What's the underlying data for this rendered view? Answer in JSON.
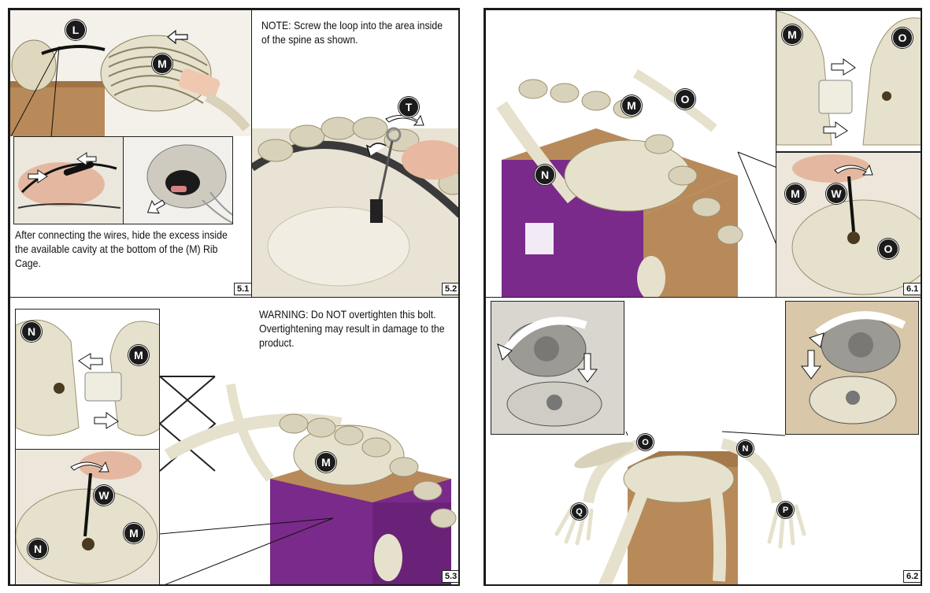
{
  "left_page": {
    "step_5_1": {
      "label": "5.1",
      "caption": "After connecting the wires, hide the excess inside the available cavity at the bottom of the (M) Rib Cage.",
      "badges": [
        "L",
        "M"
      ]
    },
    "step_5_2": {
      "label": "5.2",
      "note": "NOTE: Screw the loop into the area inside of the spine as shown.",
      "badges": [
        "T"
      ]
    },
    "step_5_3": {
      "label": "5.3",
      "warning": "WARNING: Do NOT overtighten this bolt. Overtightening may result in damage to the product.",
      "badges": [
        "N",
        "M",
        "W",
        "M",
        "N",
        "M"
      ]
    }
  },
  "right_page": {
    "step_6_1": {
      "label": "6.1",
      "badges": [
        "M",
        "O",
        "N",
        "M",
        "O",
        "M",
        "W",
        "O"
      ]
    },
    "step_6_2": {
      "label": "6.2",
      "badges": [
        "O",
        "N",
        "Q",
        "P"
      ]
    }
  },
  "colors": {
    "box_purple": "#7a2a8a",
    "box_cardboard": "#b88a5a",
    "bone": "#e6e1cc",
    "arrow_fill": "#ffffff",
    "badge_fill": "#1b1b1b"
  }
}
